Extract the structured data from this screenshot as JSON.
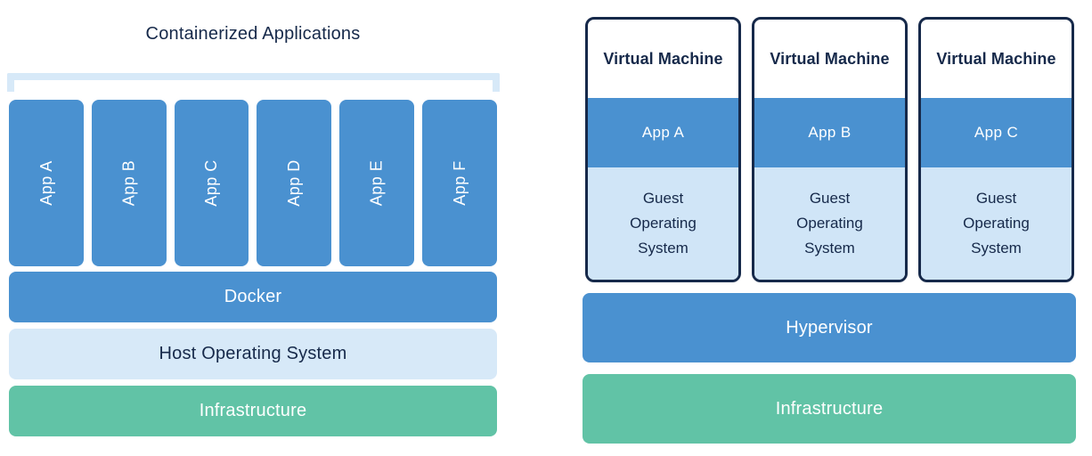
{
  "colors": {
    "blue": "#4A91D0",
    "light_blue": "#D7E9F8",
    "guest_blue": "#D0E5F7",
    "green": "#61C3A6",
    "navy": "#16294A",
    "white": "#FFFFFF"
  },
  "containers": {
    "title": "Containerized Applications",
    "apps": [
      "App A",
      "App B",
      "App C",
      "App D",
      "App E",
      "App F"
    ],
    "layers": [
      {
        "label": "Docker"
      },
      {
        "label": "Host Operating System"
      },
      {
        "label": "Infrastructure"
      }
    ]
  },
  "vms": {
    "cards": [
      {
        "title": "Virtual Machine",
        "app": "App A",
        "os": "Guest Operating System"
      },
      {
        "title": "Virtual Machine",
        "app": "App B",
        "os": "Guest Operating System"
      },
      {
        "title": "Virtual Machine",
        "app": "App C",
        "os": "Guest Operating System"
      }
    ],
    "layers": [
      {
        "label": "Hypervisor"
      },
      {
        "label": "Infrastructure"
      }
    ]
  }
}
